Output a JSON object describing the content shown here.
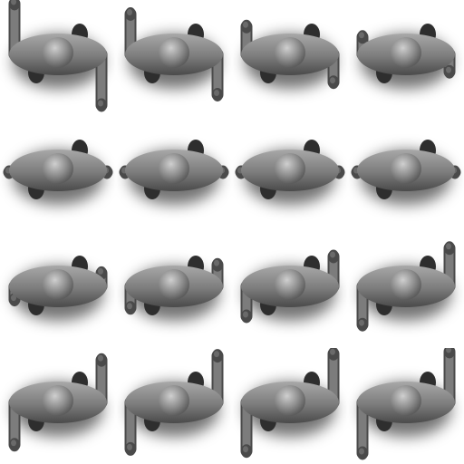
{
  "sprite_sheet": {
    "columns": 4,
    "rows": 4,
    "sprite": "top-down-person-walk-cycle-icon",
    "colors": {
      "background": "#ffffff",
      "body": "#7c7c7c",
      "body_light": "#a8a8a8",
      "body_dark": "#4a4a4a",
      "head_light": "#cfcfcf",
      "head_dark": "#5c5c5c",
      "legs": "#2e2e2e",
      "shadow": "#000000"
    },
    "frames": [
      {
        "pose": "arms-swing",
        "left_arm": "up",
        "right_arm": "down",
        "arm_reach": 1.0
      },
      {
        "pose": "arms-swing",
        "left_arm": "up",
        "right_arm": "down",
        "arm_reach": 0.75
      },
      {
        "pose": "arms-swing",
        "left_arm": "up",
        "right_arm": "down",
        "arm_reach": 0.45
      },
      {
        "pose": "arms-swing",
        "left_arm": "up",
        "right_arm": "down",
        "arm_reach": 0.2
      },
      {
        "pose": "arms-neutral",
        "left_arm": "side",
        "right_arm": "side",
        "arm_reach": 0.0
      },
      {
        "pose": "arms-neutral",
        "left_arm": "side",
        "right_arm": "side",
        "arm_reach": 0.0
      },
      {
        "pose": "arms-neutral",
        "left_arm": "side",
        "right_arm": "side",
        "arm_reach": 0.0
      },
      {
        "pose": "arms-neutral",
        "left_arm": "side",
        "right_arm": "side",
        "arm_reach": 0.0
      },
      {
        "pose": "arms-swing",
        "left_arm": "down",
        "right_arm": "up",
        "arm_reach": 0.1
      },
      {
        "pose": "arms-swing",
        "left_arm": "down",
        "right_arm": "up",
        "arm_reach": 0.3
      },
      {
        "pose": "arms-swing",
        "left_arm": "down",
        "right_arm": "up",
        "arm_reach": 0.5
      },
      {
        "pose": "arms-swing",
        "left_arm": "down",
        "right_arm": "up",
        "arm_reach": 0.7
      },
      {
        "pose": "arms-swing",
        "left_arm": "down",
        "right_arm": "up",
        "arm_reach": 0.8
      },
      {
        "pose": "arms-swing",
        "left_arm": "down",
        "right_arm": "up",
        "arm_reach": 0.9
      },
      {
        "pose": "arms-swing",
        "left_arm": "down",
        "right_arm": "up",
        "arm_reach": 0.95
      },
      {
        "pose": "arms-swing",
        "left_arm": "down",
        "right_arm": "up",
        "arm_reach": 1.0
      }
    ]
  }
}
